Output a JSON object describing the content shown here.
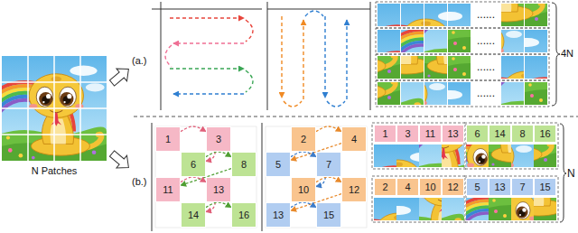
{
  "diagram": {
    "nodes": [
      {
        "text": [
          "1"
        ]
      },
      {
        "text": [
          "3"
        ]
      },
      {
        "text": [
          "6"
        ]
      },
      {
        "text": [
          "8"
        ]
      },
      {
        "text": [
          "11"
        ]
      },
      {
        "text": [
          "13"
        ]
      },
      {
        "text": [
          "14"
        ]
      },
      {
        "text": [
          "16"
        ]
      },
      {
        "text": [
          "2"
        ]
      },
      {
        "text": [
          "4"
        ]
      },
      {
        "text": [
          "5"
        ]
      },
      {
        "text": [
          "7"
        ]
      },
      {
        "text": [
          "10"
        ]
      },
      {
        "text": [
          "12"
        ]
      },
      {
        "text": [
          "13"
        ]
      },
      {
        "text": [
          "15"
        ]
      },
      {
        "text": [
          "1"
        ]
      },
      {
        "text": [
          "3"
        ]
      },
      {
        "text": [
          "11"
        ]
      },
      {
        "text": [
          "13"
        ]
      },
      {
        "text": [
          "6"
        ]
      },
      {
        "text": [
          "14"
        ]
      },
      {
        "text": [
          "8"
        ]
      },
      {
        "text": [
          "16"
        ]
      },
      {
        "text": [
          "2"
        ]
      },
      {
        "text": [
          "4"
        ]
      },
      {
        "text": [
          "10"
        ]
      },
      {
        "text": [
          "12"
        ]
      },
      {
        "text": [
          "5"
        ]
      },
      {
        "text": [
          "13"
        ]
      },
      {
        "text": [
          "7"
        ]
      },
      {
        "text": [
          "15"
        ]
      }
    ],
    "edges": [
      {
        "from": 0,
        "to": 1,
        "arrow": "to"
      },
      {
        "from": 1,
        "to": 2,
        "arrow": "to"
      },
      {
        "from": 2,
        "to": 3,
        "arrow": "to"
      },
      {
        "from": 3,
        "to": 4,
        "arrow": "to"
      },
      {
        "from": 4,
        "to": 5,
        "arrow": "to"
      },
      {
        "from": 5,
        "to": 6,
        "arrow": "to"
      },
      {
        "from": 6,
        "to": 7,
        "arrow": "to"
      },
      {
        "from": 8,
        "to": 9,
        "arrow": "to"
      },
      {
        "from": 9,
        "to": 10,
        "arrow": "to"
      },
      {
        "from": 10,
        "to": 11,
        "arrow": "to"
      },
      {
        "from": 11,
        "to": 12,
        "arrow": "to"
      },
      {
        "from": 12,
        "to": 13,
        "arrow": "to"
      },
      {
        "from": 13,
        "to": 14,
        "arrow": "to"
      },
      {
        "from": 14,
        "to": 15,
        "arrow": "to"
      }
    ],
    "labels": [
      "N Patches",
      "(a.)",
      "(b.)",
      "......",
      "......",
      "......",
      "......",
      "4N",
      "N"
    ]
  }
}
